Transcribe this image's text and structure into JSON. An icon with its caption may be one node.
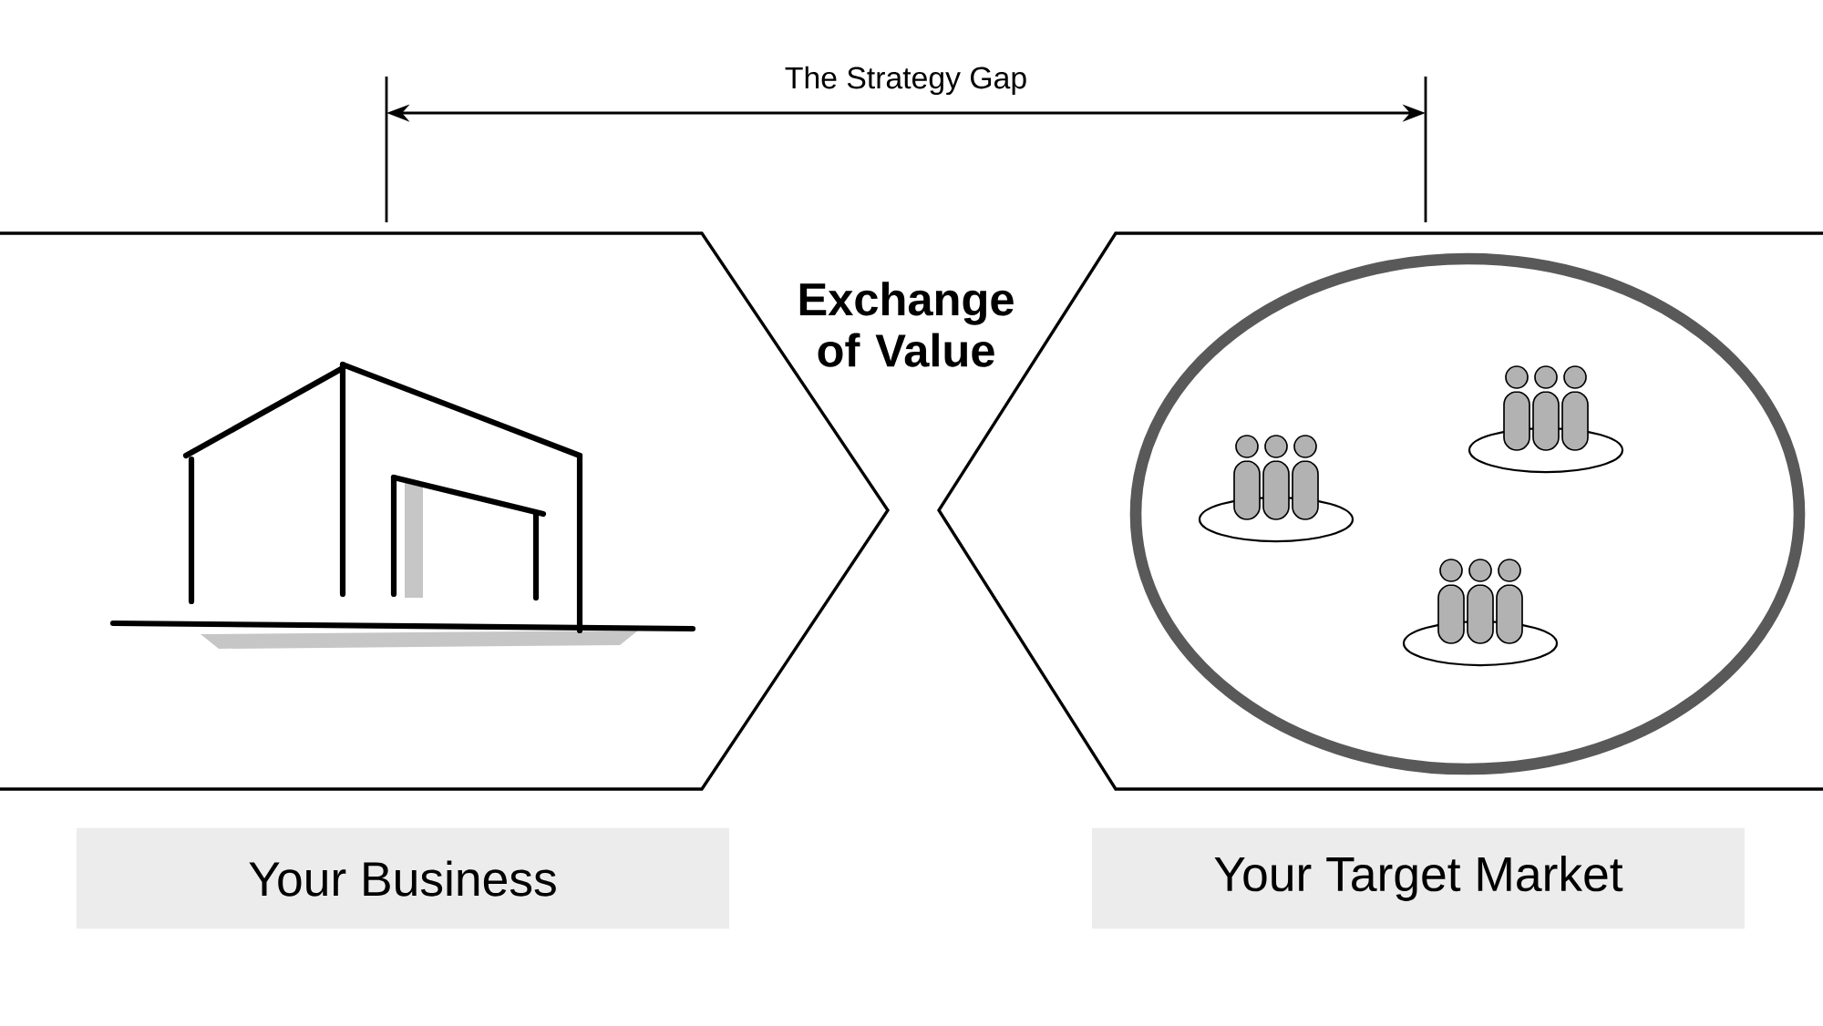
{
  "diagram": {
    "nodes": [
      {
        "text": [
          "Your Business"
        ]
      },
      {
        "text": [
          "Your Target Market"
        ]
      }
    ],
    "labels": [
      "The Strategy Gap",
      "Exchange of Value"
    ]
  }
}
